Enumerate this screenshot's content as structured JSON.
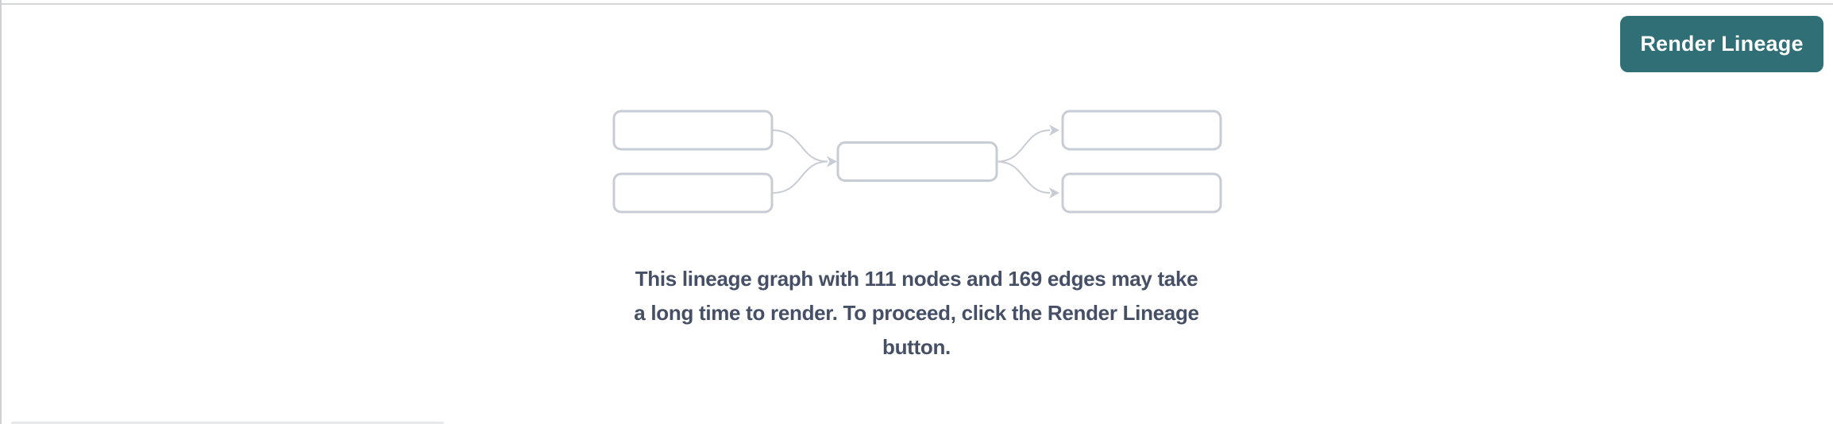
{
  "header": {
    "render_button_label": "Render Lineage"
  },
  "empty_state": {
    "message_full": "This lineage graph with 111 nodes and 169 edges may take a long time to render. To proceed, click the Render Lineage button.",
    "message_lines": [
      "This lineage graph with 111 nodes and 169 edges may take",
      "a long time to render. To proceed, click the Render Lineage",
      "button."
    ],
    "node_count": "111",
    "edge_count": "169"
  },
  "diagram": {
    "description": "lineage graph placeholder: two source nodes feeding one middle node feeding two target nodes",
    "node_count": 5,
    "edge_count": 4,
    "icons": [
      "edge-arrowhead"
    ]
  },
  "colors": {
    "button_bg": "#2f6f75",
    "button_text": "#ffffff",
    "message_text": "#454f65",
    "diagram_stroke": "#c8ccd4",
    "panel_border": "#d5d6d9",
    "scrollbar_thumb": "#e8e9ea",
    "background": "#ffffff"
  }
}
